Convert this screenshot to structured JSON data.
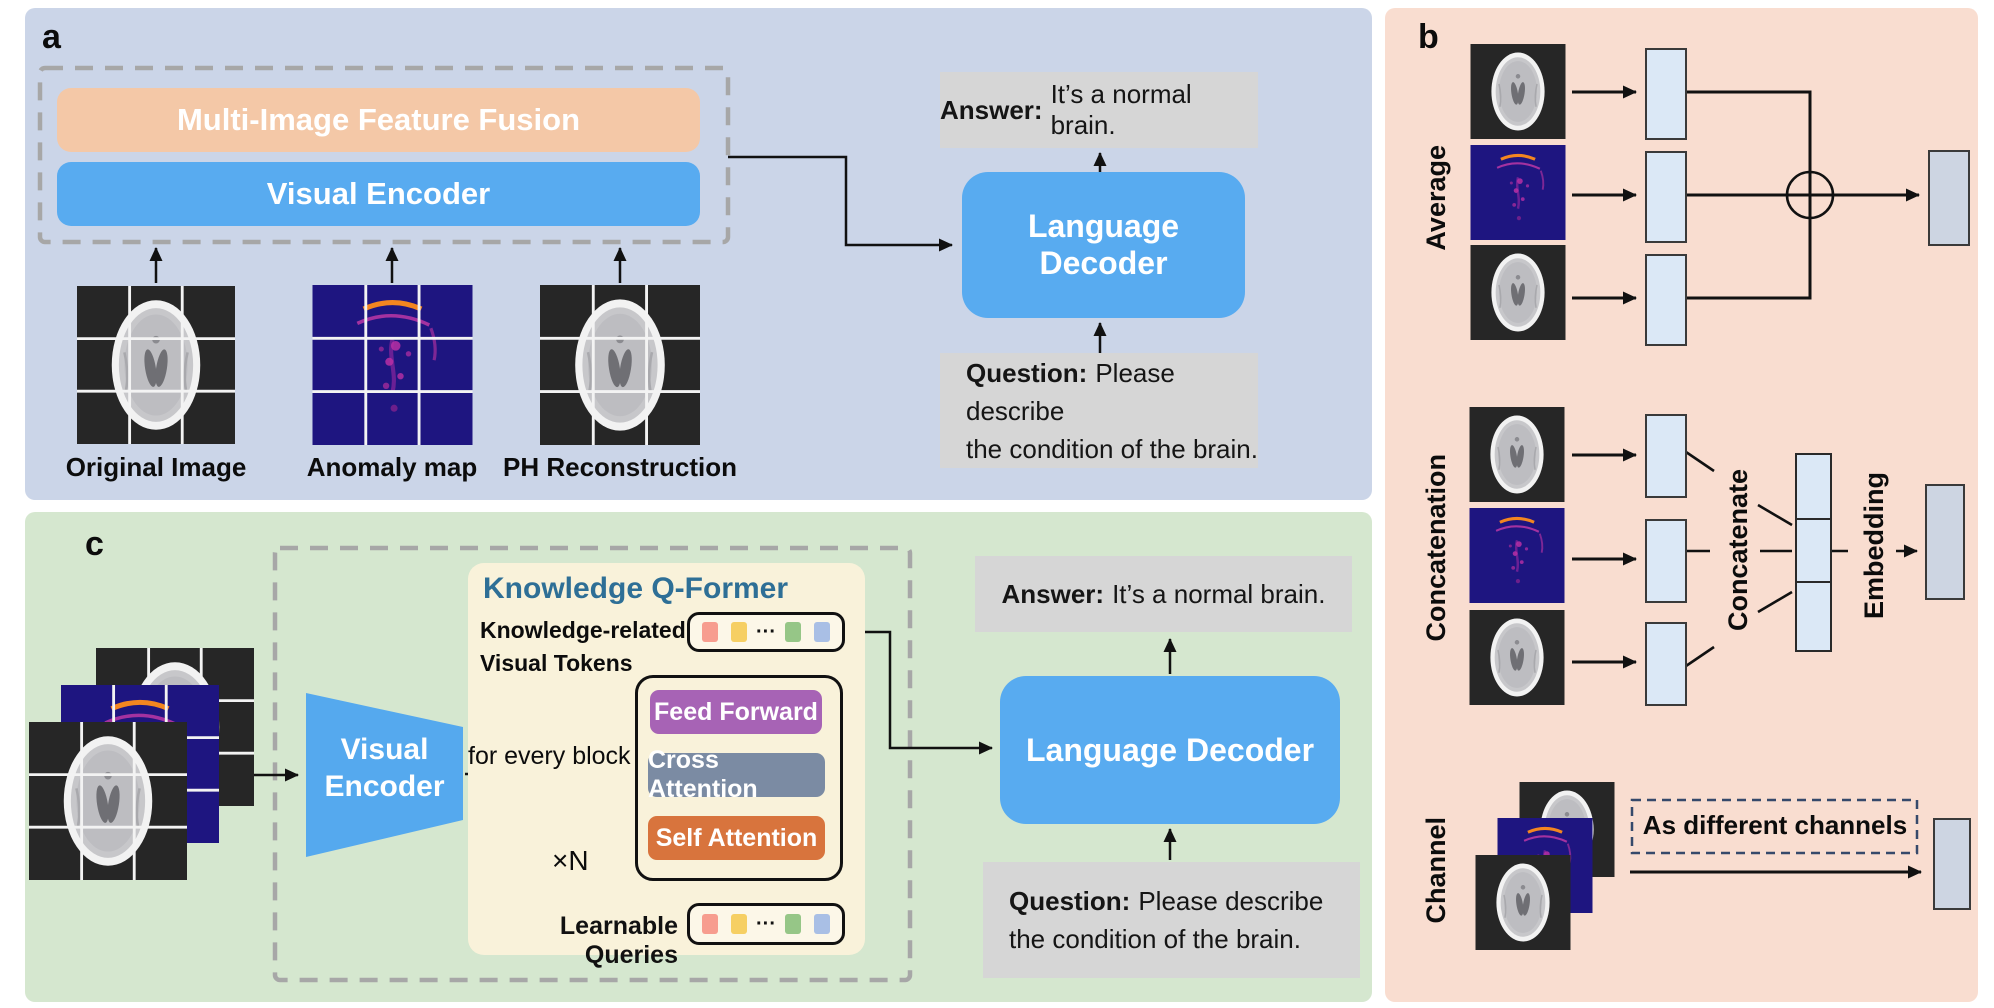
{
  "figure": {
    "type": "model-architecture-diagram",
    "colors": {
      "panel_a_bg": "#cbd5e8",
      "panel_b_bg": "#f9ddd0",
      "panel_c_bg": "#d5e7cf",
      "fusion_box": "#f4c8a7",
      "encoder_decoder_blue": "#58abf0",
      "note_gray": "#d6d6d6",
      "qformer_bg": "#f9f2da",
      "qformer_title_blue": "#2e6f96",
      "feed_forward_purple": "#a763b5",
      "cross_attention_slate": "#7b8ba3",
      "self_attention_orange": "#d8743d",
      "feature_rect_blue": "#dbe8f6",
      "embedding_rect_gray": "#cdd5e2"
    },
    "icons": {
      "fusion_operator": "circled-plus"
    }
  },
  "tokens": {
    "dots": "···",
    "token_colors": [
      "#f79d8f",
      "#f6cf63",
      "#96c687",
      "#a9bfe5"
    ]
  },
  "panel_a": {
    "label": "a",
    "fusion_label": "Multi-Image Feature Fusion",
    "encoder_label": "Visual Encoder",
    "image_labels": [
      "Original Image",
      "Anomaly map",
      "PH Reconstruction"
    ],
    "answer_prefix": "Answer:",
    "answer_text": "It’s a normal brain.",
    "decoder_label": "Language Decoder",
    "question_prefix": "Question:",
    "question_line1": "Please describe",
    "question_line2": "the condition of the brain."
  },
  "panel_b": {
    "label": "b",
    "rows": [
      {
        "label": "Average"
      },
      {
        "label": "Concatenation"
      },
      {
        "label": "Channel"
      }
    ],
    "concatenate_label": "Concatenate",
    "embedding_label": "Embedding",
    "channel_box_label": "As different channels"
  },
  "panel_c": {
    "label": "c",
    "visual_encoder_label": "Visual Encoder",
    "for_every_block": "for every block",
    "qformer_title": "Knowledge Q-Former",
    "tokens_label_line1": "Knowledge-related",
    "tokens_label_line2": "Visual Tokens",
    "feed_forward": "Feed Forward",
    "cross_attention": "Cross Attention",
    "self_attention": "Self Attention",
    "times_n": "×N",
    "learnable_queries": "Learnable Queries",
    "decoder_label": "Language Decoder",
    "answer_prefix": "Answer:",
    "answer_text": "It’s a normal brain.",
    "question_prefix": "Question:",
    "question_line1": "Please describe",
    "question_line2": "the condition of the brain."
  }
}
